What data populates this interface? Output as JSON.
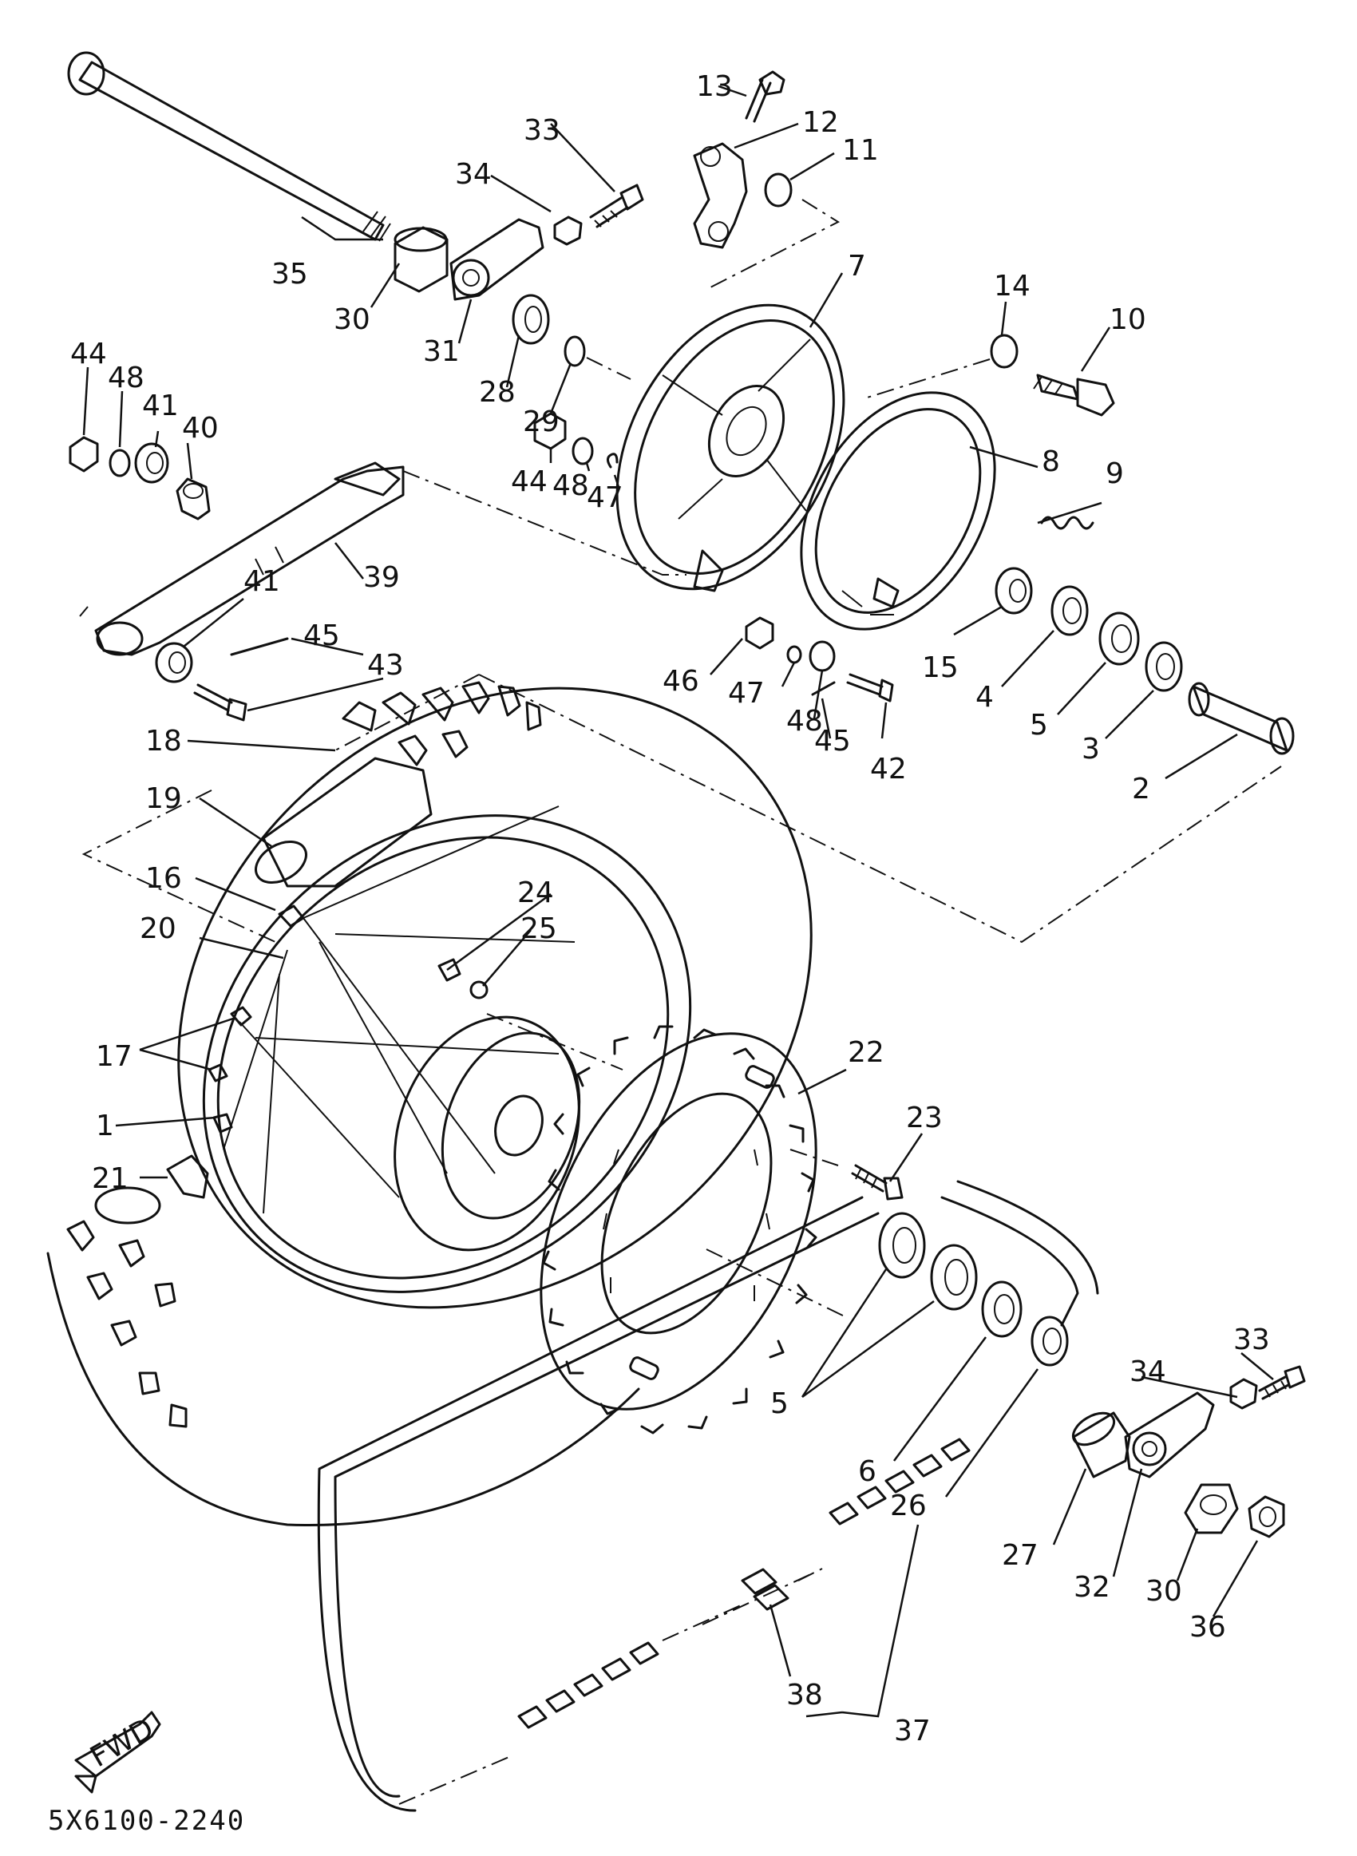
{
  "diagram": {
    "code": "5X6100-2240",
    "fwd_badge": "FWD",
    "callouts": [
      "1",
      "2",
      "3",
      "4",
      "5",
      "6",
      "7",
      "8",
      "9",
      "10",
      "11",
      "12",
      "13",
      "14",
      "15",
      "16",
      "17",
      "18",
      "19",
      "20",
      "21",
      "22",
      "23",
      "24",
      "25",
      "26",
      "27",
      "28",
      "29",
      "30",
      "31",
      "32",
      "33",
      "34",
      "35",
      "36",
      "37",
      "38",
      "39",
      "40",
      "41",
      "42",
      "43",
      "44",
      "45",
      "46",
      "47",
      "48"
    ],
    "labels": {
      "c13": "13",
      "c12": "12",
      "c11": "11",
      "c33a": "33",
      "c34a": "34",
      "c35": "35",
      "c30a": "30",
      "c31": "31",
      "c7": "7",
      "c14": "14",
      "c10": "10",
      "c28": "28",
      "c29": "29",
      "c44a": "44",
      "c48a": "48",
      "c41a": "41",
      "c40": "40",
      "c44b": "44",
      "c48b": "48",
      "c47a": "47",
      "c8": "8",
      "c9": "9",
      "c39": "39",
      "c41b": "41",
      "c45a": "45",
      "c43": "43",
      "c46": "46",
      "c47b": "47",
      "c48c": "48",
      "c45b": "45",
      "c42": "42",
      "c15": "15",
      "c4": "4",
      "c5a": "5",
      "c3": "3",
      "c2": "2",
      "c18": "18",
      "c19": "19",
      "c16": "16",
      "c24": "24",
      "c25": "25",
      "c20": "20",
      "c17": "17",
      "c1": "1",
      "c22": "22",
      "c23": "23",
      "c21": "21",
      "c5b": "5",
      "c6": "6",
      "c26": "26",
      "c33b": "33",
      "c34b": "34",
      "c27": "27",
      "c32": "32",
      "c30b": "30",
      "c36": "36",
      "c38": "38",
      "c37": "37"
    }
  }
}
